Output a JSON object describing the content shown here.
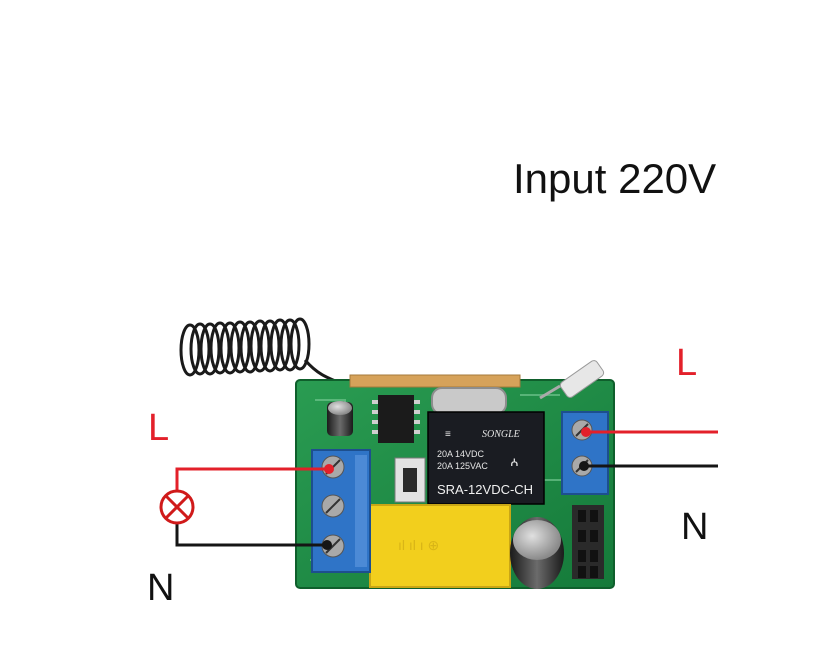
{
  "diagram": {
    "title": "Input 220V",
    "left_live_label": "L",
    "left_neutral_label": "N",
    "right_live_label": "L",
    "right_neutral_label": "N"
  },
  "relay": {
    "brand": "SONGLE",
    "rating_line_1": "20A 14VDC",
    "rating_line_2": "20A 125VAC",
    "model": "SRA-12VDC-CH"
  },
  "colors": {
    "live_wire": "#e3202a",
    "neutral_wire": "#151515",
    "pcb_green": "#1f8f47",
    "terminal_blue": "#2f74c7",
    "capacitor_yellow": "#f2cf1d",
    "relay_body": "#1a1c22",
    "lamp": "#d01a1a"
  },
  "icons": [
    "lamp-icon",
    "antenna-coil-icon"
  ]
}
